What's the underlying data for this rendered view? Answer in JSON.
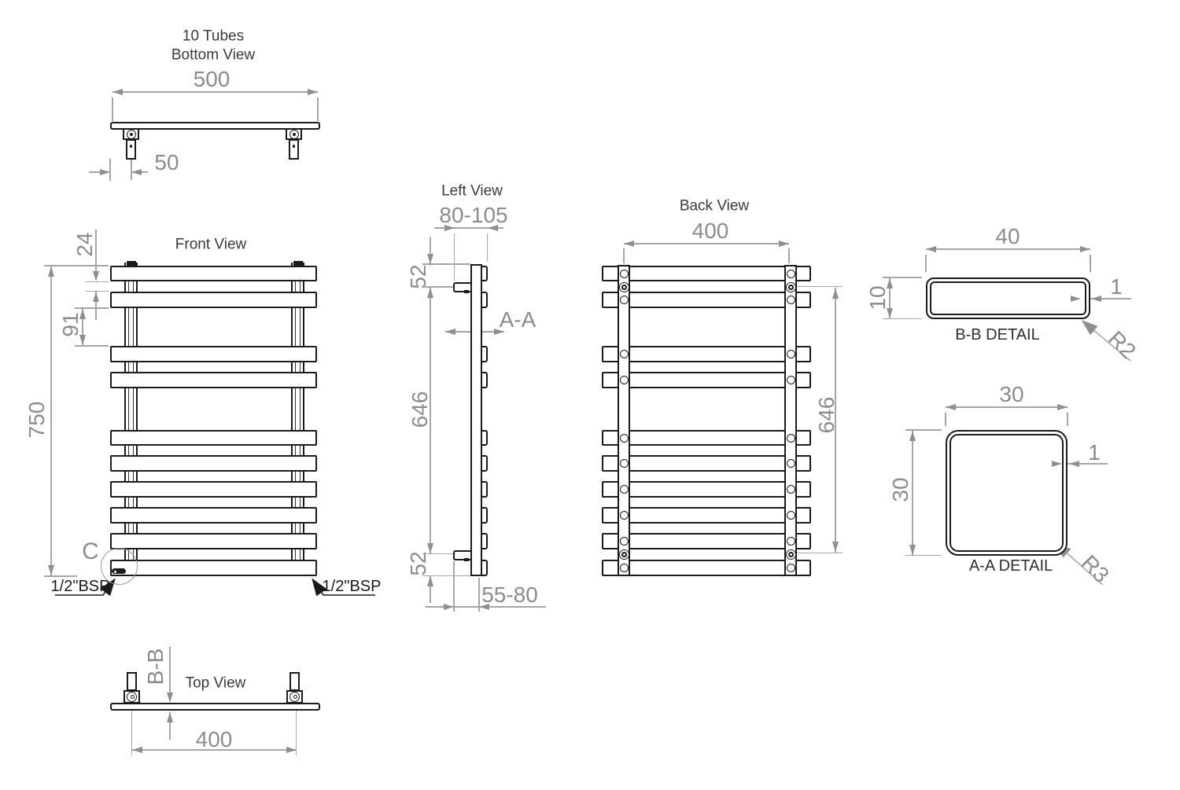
{
  "views": {
    "bottom": {
      "subtitle": "10 Tubes",
      "title": "Bottom View",
      "dim_overall_width": "500",
      "dim_bracket_inset": "50"
    },
    "front": {
      "title": "Front View",
      "dim_overall_height": "750",
      "dim_top_tube_gap": "24",
      "dim_tube_gap": "91",
      "detail_marker": "C",
      "connection_left": "1/2\"BSP",
      "connection_right": "1/2\"BSP"
    },
    "left": {
      "title": "Left View",
      "dim_depth_range": "80-105",
      "dim_top_fixing_offset": "52",
      "dim_fixing_centres": "646",
      "dim_bottom_fixing_offset": "52",
      "dim_wall_distance": "55-80",
      "section_label": "A-A"
    },
    "back": {
      "title": "Back View",
      "dim_bracket_centres": "400",
      "dim_fixing_centres": "646"
    },
    "top": {
      "title": "Top View",
      "dim_bracket_centres": "400",
      "section_label": "B-B"
    },
    "detail_bb": {
      "label": "B-B DETAIL",
      "dim_width": "40",
      "dim_height": "10",
      "dim_wall": "1",
      "dim_radius": "R2"
    },
    "detail_aa": {
      "label": "A-A DETAIL",
      "dim_width": "30",
      "dim_height": "30",
      "dim_wall": "1",
      "dim_radius": "R3"
    }
  },
  "colors": {
    "line": "#1b1b1b",
    "dim_line": "#a6a6a6",
    "dim_text": "#8c8c8c",
    "title_text": "#3a3a3a"
  }
}
